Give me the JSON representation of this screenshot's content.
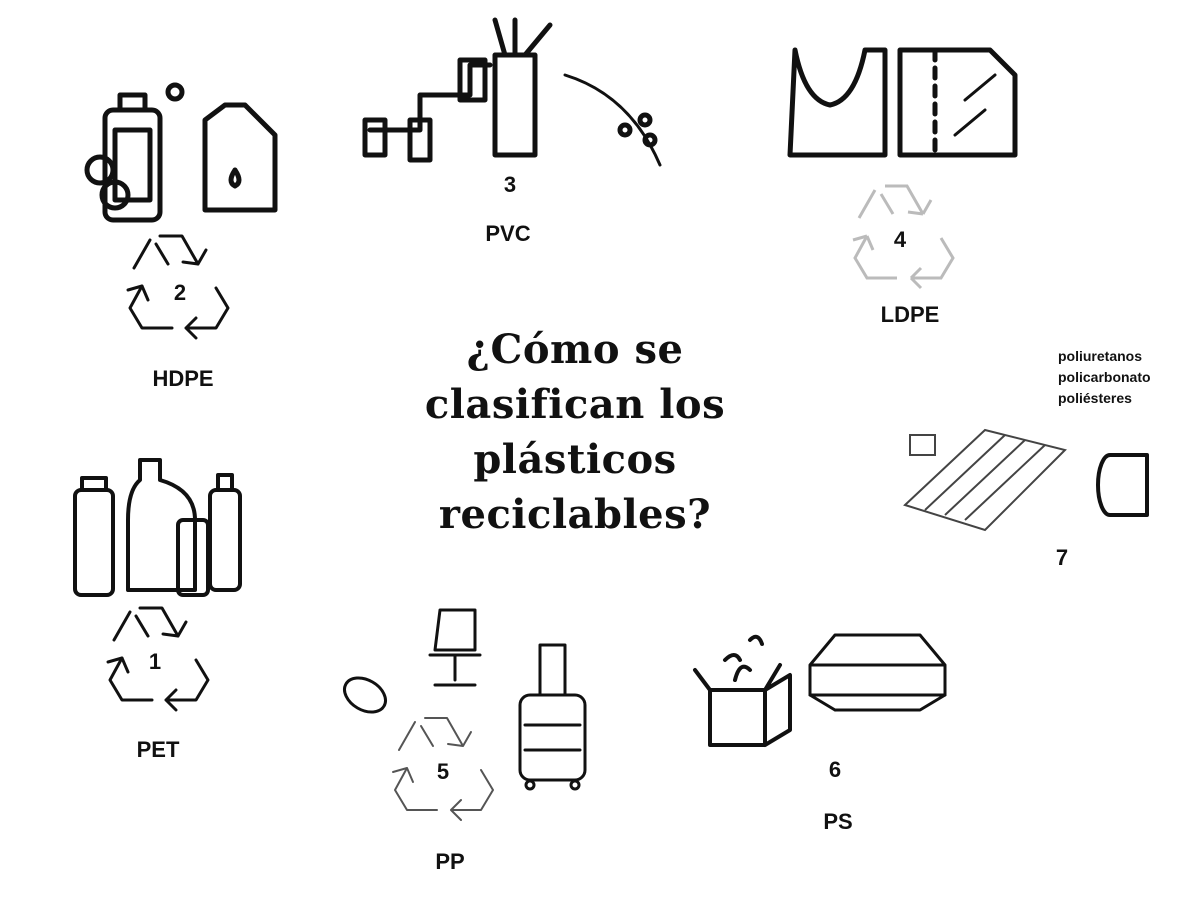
{
  "title_lines": [
    "¿Cómo se",
    "clasifican los",
    "plásticos",
    "reciclables?"
  ],
  "categories": [
    {
      "number": "1",
      "name": "PET"
    },
    {
      "number": "2",
      "name": "HDPE"
    },
    {
      "number": "3",
      "name": "PVC"
    },
    {
      "number": "4",
      "name": "LDPE"
    },
    {
      "number": "5",
      "name": "PP"
    },
    {
      "number": "6",
      "name": "PS"
    },
    {
      "number": "7",
      "examples": [
        "poliuretanos",
        "policarbonato",
        "poliésteres"
      ]
    }
  ]
}
